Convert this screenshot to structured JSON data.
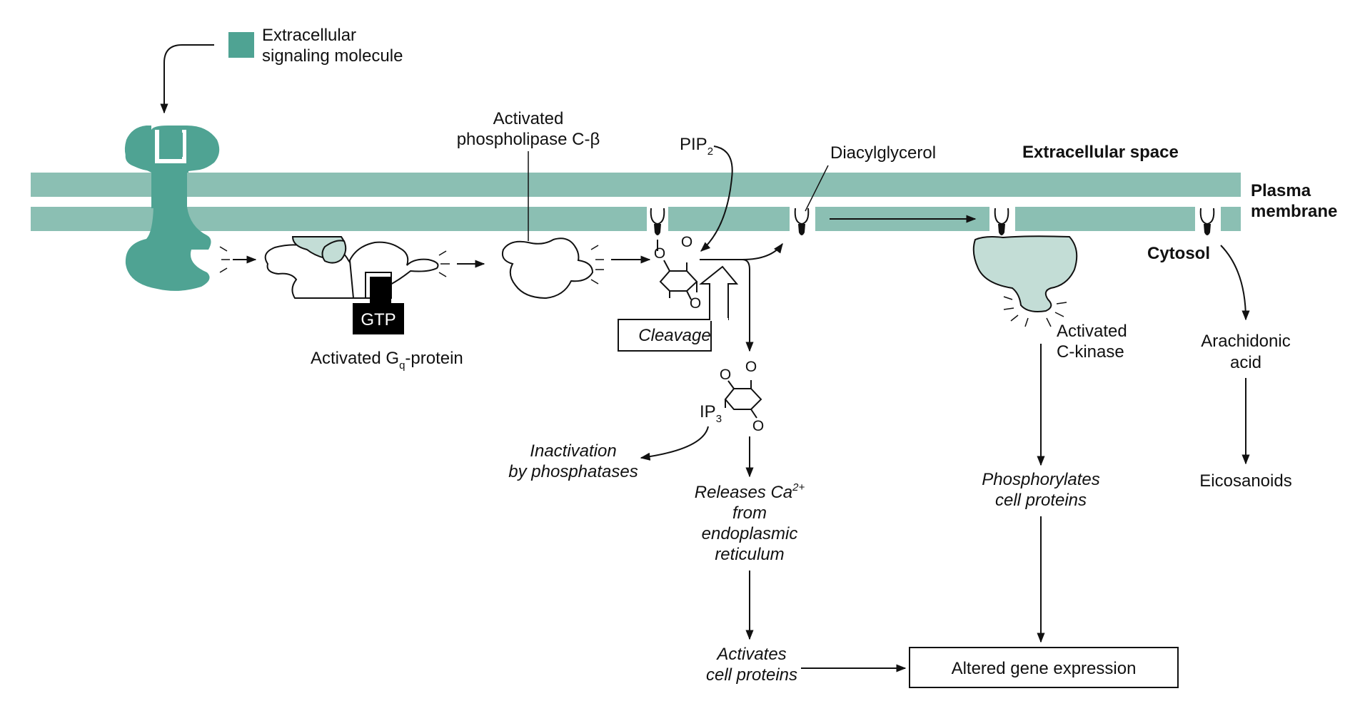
{
  "colors": {
    "membrane": "#8bbfb3",
    "receptor": "#4fa393",
    "enzyme_light": "#c3ddd6",
    "ink": "#111111",
    "gtp_fill": "#000000"
  },
  "icons": [
    "receptor-icon",
    "g-protein-icon",
    "phospholipase-icon",
    "pip2-molecule-icon",
    "ip3-molecule-icon",
    "diacylglycerol-icon",
    "c-kinase-icon",
    "lipid-anchor-icon"
  ],
  "labels": {
    "legend_line1": "Extracellular",
    "legend_line2": "signaling molecule",
    "extracellular_space": "Extracellular space",
    "plasma_line1": "Plasma",
    "plasma_line2": "membrane",
    "cytosol": "Cytosol",
    "gtp": "GTP",
    "gq_pre": "Activated G",
    "gq_sub": "q",
    "gq_post": "-protein",
    "plc_line1": "Activated",
    "plc_line2": "phospholipase C-β",
    "pip2": "PIP",
    "pip2_sub": "2",
    "diacylglycerol": "Diacylglycerol",
    "cleavage": "Cleavage",
    "ip3": "IP",
    "ip3_sub": "3",
    "inact_line1": "Inactivation",
    "inact_line2": "by phosphatases",
    "ca_line1": "Releases Ca",
    "ca_sup": "2+",
    "ca_line2": "from",
    "ca_line3": "endoplasmic",
    "ca_line4": "reticulum",
    "act_line1": "Activates",
    "act_line2": "cell proteins",
    "ck_line1": "Activated",
    "ck_line2": "C-kinase",
    "phos_line1": "Phosphorylates",
    "phos_line2": "cell proteins",
    "ara_line1": "Arachidonic",
    "ara_line2": "acid",
    "eicosanoids": "Eicosanoids",
    "gene": "Altered gene expression",
    "oxygen": "O"
  }
}
